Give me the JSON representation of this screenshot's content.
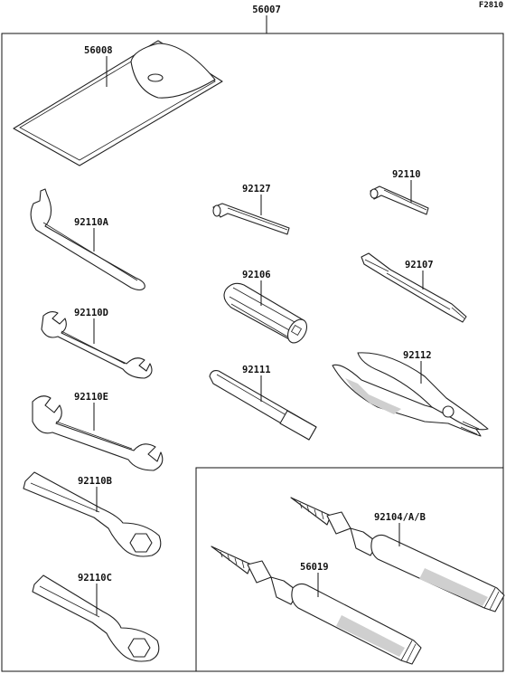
{
  "figure_code": "F2810",
  "labels": {
    "main_kit": "56007",
    "tool_bag": "56008",
    "hex_key_large": "92127",
    "hex_key_small": "92110",
    "hook_wrench": "92110A",
    "screwdriver_handle": "92106",
    "screwdriver_bit": "92107",
    "open_wrench_d": "92110D",
    "extension_bar": "92111",
    "pliers": "92112",
    "open_wrench_e": "92110E",
    "box_wrench_b": "92110B",
    "box_wrench_c": "92110C",
    "grease_tube_a": "92104/A/B",
    "grease_tube_b": "56019"
  }
}
